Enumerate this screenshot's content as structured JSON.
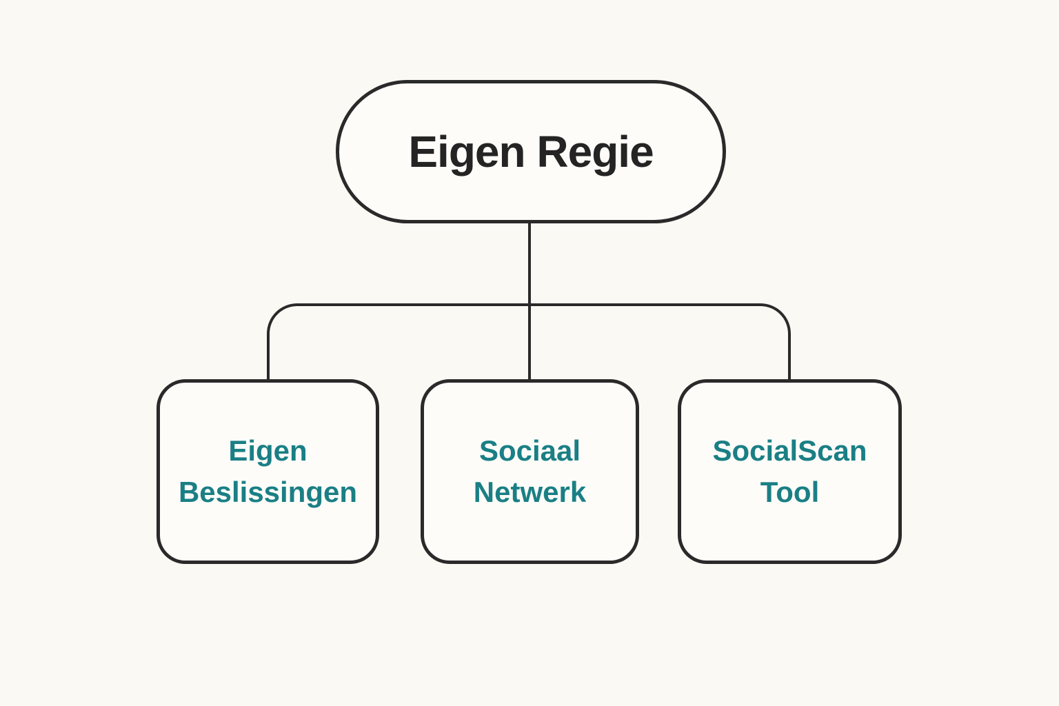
{
  "diagram": {
    "type": "org-chart",
    "root": {
      "label": "Eigen Regie"
    },
    "children": [
      {
        "label": "Eigen\nBeslissingen"
      },
      {
        "label": "Sociaal\nNetwerk"
      },
      {
        "label": "SocialScan\nTool"
      }
    ],
    "edges": [
      {
        "from": "Eigen Regie",
        "to": "Eigen Beslissingen"
      },
      {
        "from": "Eigen Regie",
        "to": "Sociaal Netwerk"
      },
      {
        "from": "Eigen Regie",
        "to": "SocialScan Tool"
      }
    ]
  },
  "colors": {
    "background": "#FBF9F4",
    "node_fill": "#FDFCF9",
    "line": "#2A2A2A",
    "root_text": "#242424",
    "child_text": "#1A7F85"
  }
}
